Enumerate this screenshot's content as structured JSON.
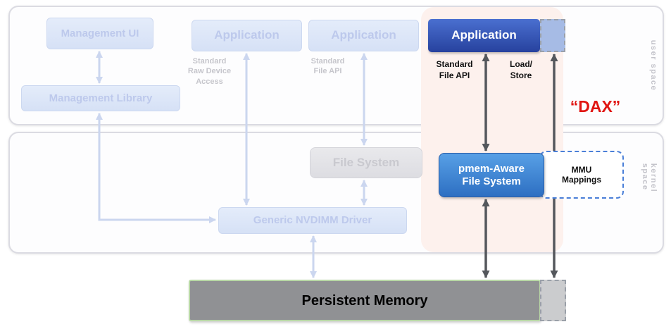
{
  "colors": {
    "dax_red": "#e01512",
    "app_box_top": "#4a6fd0",
    "app_box_bottom": "#27429e",
    "app_segment_blue": "#a6bbe5",
    "pmem_fs_top": "#58a0e6",
    "pmem_fs_bottom": "#2d6fc2",
    "mmu_border_blue": "#4a7fd8",
    "persistent_memory_fill": "#909194",
    "persistent_memory_border": "#b9d8a6",
    "persistent_memory_segment": "#cbccce",
    "faded_box_text": "#bdc9ec",
    "faded_gray_text": "#c9c9cf",
    "faded_arrow": "#cbd6ef",
    "dark_arrow": "#54575c",
    "dax_highlight": "#fdf1ed"
  },
  "user_space": {
    "band_label": "user space",
    "boxes": {
      "management_ui": "Management UI",
      "application_left": "Application",
      "application_mid": "Application",
      "application_dax": "Application",
      "management_library": "Management Library"
    },
    "labels": {
      "standard_raw_device_access": "Standard\nRaw Device\nAccess",
      "standard_file_api_faded": "Standard\nFile API",
      "standard_file_api": "Standard\nFile API",
      "load_store": "Load/\nStore",
      "dax": "“DAX”"
    }
  },
  "kernel_space": {
    "band_label": "kernel space",
    "boxes": {
      "file_system": "File System",
      "pmem_aware_file_system": "pmem-Aware\nFile System",
      "mmu_mappings": "MMU\nMappings",
      "generic_nvdimm_driver": "Generic NVDIMM Driver"
    }
  },
  "hardware": {
    "persistent_memory": "Persistent Memory"
  }
}
